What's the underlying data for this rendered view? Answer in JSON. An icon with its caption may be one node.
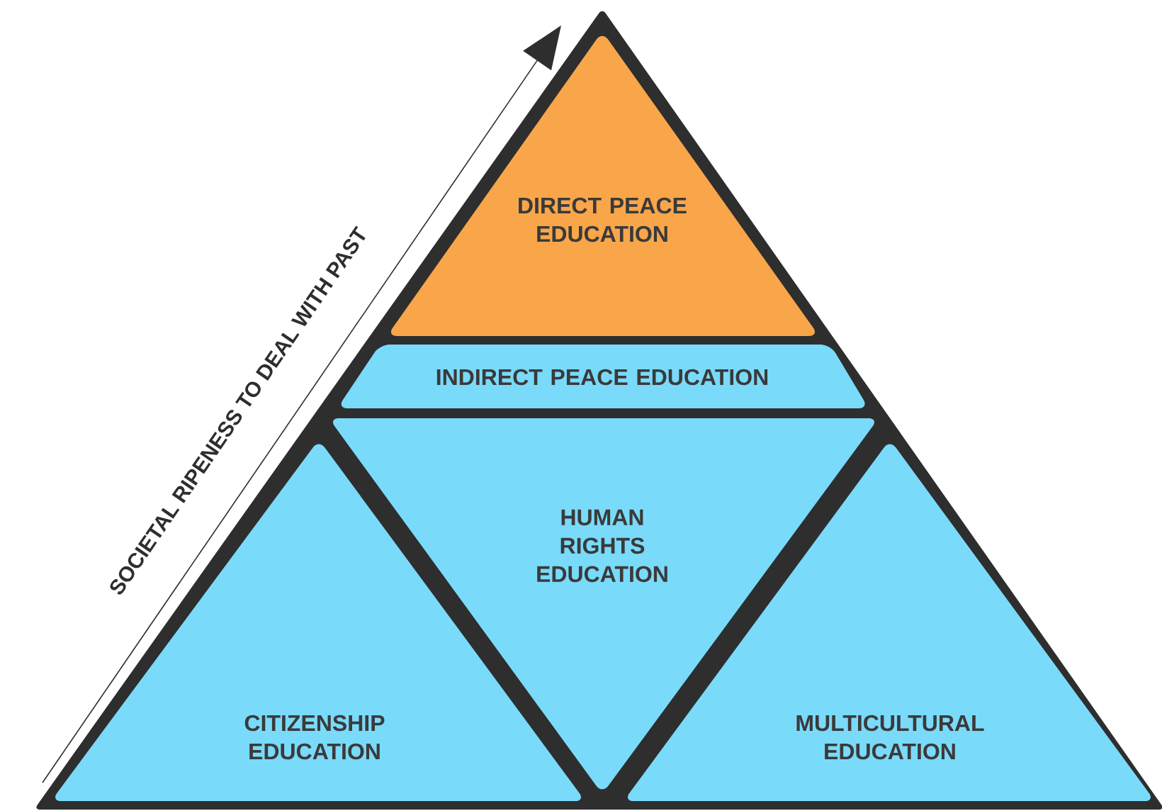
{
  "diagram": {
    "nodes": [
      {
        "text": [
          "DIRECT PEACE EDUCATION"
        ]
      },
      {
        "text": [
          "INDIRECT PEACE EDUCATION"
        ]
      },
      {
        "text": [
          "HUMAN RIGHTS EDUCATION"
        ]
      },
      {
        "text": [
          "CITIZENSHIP EDUCATION"
        ]
      },
      {
        "text": [
          "MULTICULTURAL EDUCATION"
        ]
      }
    ],
    "labels": [
      "SOCIETAL RIPENESS TO DEAL WITH PAST"
    ]
  }
}
